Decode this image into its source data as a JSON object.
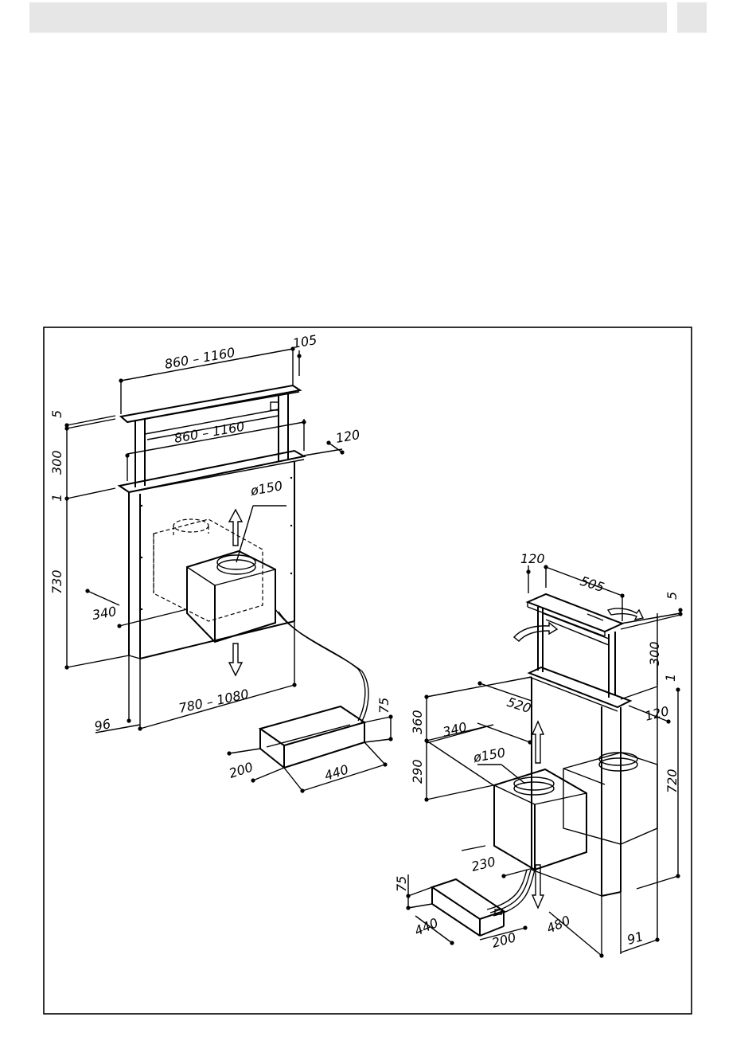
{
  "header": {
    "title": "",
    "page": ""
  },
  "diagram": {
    "colors": {
      "line": "#000000",
      "header_bg": "#e6e6e6"
    },
    "left_view": {
      "width_top": "860  –  1160",
      "depth_top": "105",
      "width_inner": "860  –  1160",
      "depth_inner": "120",
      "h_top": "5",
      "h_rise": "300",
      "h_gap": "1",
      "h_body": "730",
      "duct": "ø150",
      "motor_depth": "340",
      "width_base": "780  –  1080",
      "base_offset": "96",
      "remote_h": "75",
      "remote_d": "200",
      "remote_w": "440"
    },
    "right_view": {
      "top_d": "120",
      "top_w": "505",
      "h_top": "5",
      "h_rise": "300",
      "h_gap": "1",
      "depth": "520",
      "side_d": "120",
      "h_360": "360",
      "d_340": "340",
      "duct": "ø150",
      "h_290": "290",
      "h_720": "720",
      "d_230": "230",
      "remote_h": "75",
      "remote_w": "440",
      "remote_d": "200",
      "d_480": "480",
      "d_91": "91"
    }
  }
}
